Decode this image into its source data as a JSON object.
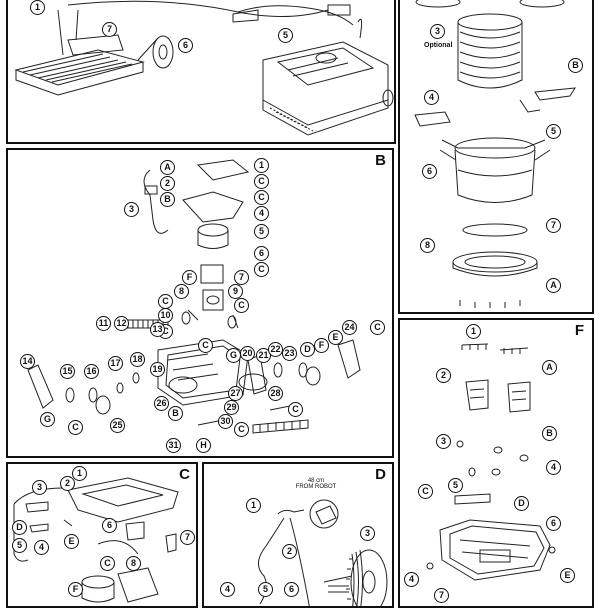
{
  "panels": {
    "a": {
      "callouts": [
        "1",
        "7",
        "6",
        "5"
      ]
    },
    "b": {
      "letter": "B",
      "callouts": [
        "A",
        "1",
        "2",
        "C",
        "B",
        "C",
        "3",
        "4",
        "5",
        "6",
        "C",
        "F",
        "7",
        "8",
        "9",
        "C",
        "C",
        "10",
        "C",
        "11",
        "12",
        "13",
        "C",
        "14",
        "15",
        "16",
        "17",
        "18",
        "19",
        "20",
        "G",
        "21",
        "22",
        "D",
        "23",
        "F",
        "E",
        "24",
        "C",
        "25",
        "C",
        "G",
        "26",
        "B",
        "27",
        "29",
        "28",
        "30",
        "C",
        "C",
        "31",
        "H"
      ]
    },
    "e": {
      "callouts": [
        "3",
        "B",
        "4",
        "5",
        "6",
        "7",
        "8",
        "A"
      ],
      "optional_label": "Optional"
    },
    "f": {
      "letter": "F",
      "callouts": [
        "1",
        "2",
        "A",
        "3",
        "B",
        "4",
        "C",
        "5",
        "D",
        "6",
        "E",
        "7",
        "4"
      ]
    },
    "c": {
      "letter": "C",
      "callouts": [
        "1",
        "2",
        "3",
        "D",
        "E",
        "4",
        "5",
        "6",
        "7",
        "8",
        "C",
        "F"
      ]
    },
    "d": {
      "letter": "D",
      "callouts": [
        "1",
        "2",
        "3",
        "4",
        "5",
        "6"
      ],
      "note_line1": "48 cm",
      "note_line2": "FROM ROBOT"
    }
  }
}
